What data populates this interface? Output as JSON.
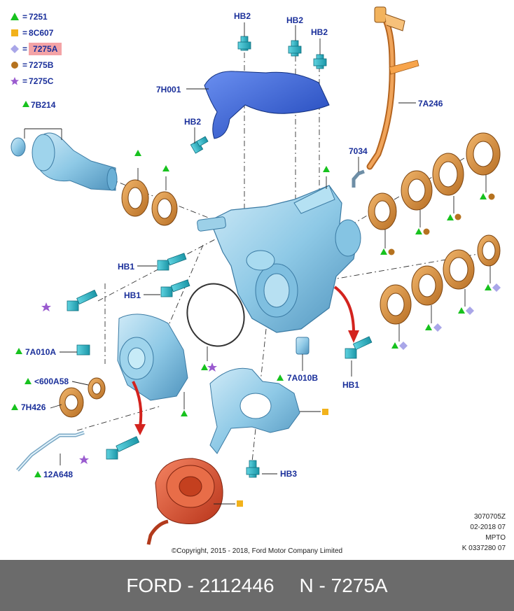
{
  "legend": [
    {
      "icon": "green-triangle",
      "code": "7251"
    },
    {
      "icon": "orange-square",
      "code": "8C607"
    },
    {
      "icon": "lilac-diamond",
      "code": "7275A",
      "highlighted": true
    },
    {
      "icon": "brown-dot",
      "code": "7275B"
    },
    {
      "icon": "purple-star",
      "code": "7275C"
    }
  ],
  "legend_separator": "=",
  "labels": {
    "hb2_a": "HB2",
    "hb2_b": "HB2",
    "hb2_c": "HB2",
    "hb2_d": "HB2",
    "heat_shield": "7H001",
    "vent_tube": "7A246",
    "output_flange": "7B214",
    "fitting": "7034",
    "hb1_a": "HB1",
    "hb1_b": "HB1",
    "hb1_c": "HB1",
    "cover_bolt": "7A010A",
    "retainer": "<600A58",
    "seal": "7H426",
    "bushing": "7A010B",
    "tube": "12A648",
    "hb3": "HB3"
  },
  "colors": {
    "label_text": "#1a2f9a",
    "housing": "#8ec9e6",
    "seal_ring": "#d18a3a",
    "heat_shield": "#2f5fd1",
    "fan": "#e0532f",
    "arrow": "#d3231e",
    "triangle": "#17c21e",
    "square": "#f2b21b",
    "diamond": "#a9a6e8",
    "dot": "#b5721f",
    "star": "#9a5bcf",
    "highlight": "#f4a3a6"
  },
  "meta": {
    "code": "3070705Z",
    "date": "02-2018 07",
    "model": "MPTO",
    "ref": "K 0337280 07"
  },
  "copyright": "©Copyright, 2015 - 2018, Ford Motor Company Limited",
  "footer": {
    "brand_part": "FORD - 2112446",
    "n_part": "N - 7275A"
  }
}
